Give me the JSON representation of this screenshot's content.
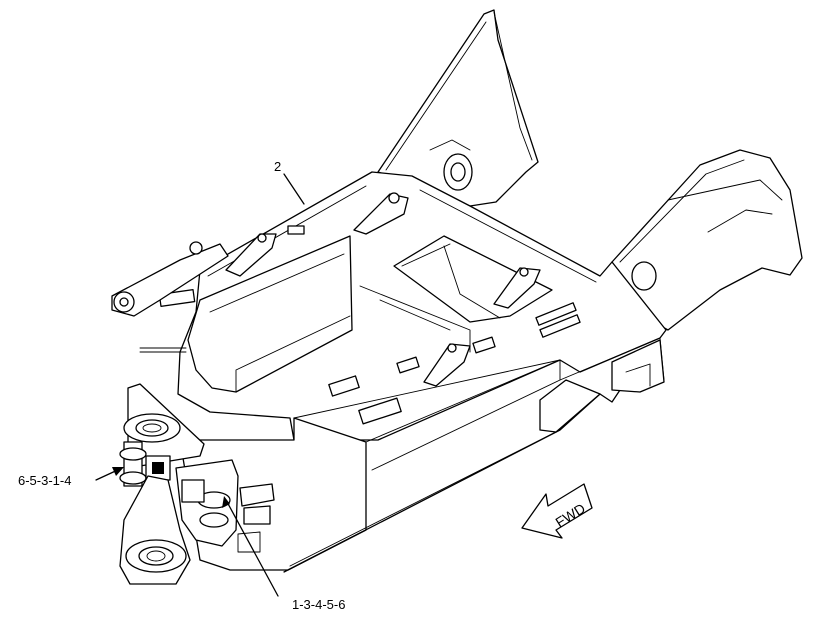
{
  "callouts": {
    "part_number": "2",
    "left_sequence": "6-5-3-1-4",
    "bottom_sequence": "1-3-4-5-6"
  },
  "direction_arrow": {
    "label": "FWD"
  },
  "colors": {
    "line": "#000000",
    "background": "#ffffff"
  }
}
